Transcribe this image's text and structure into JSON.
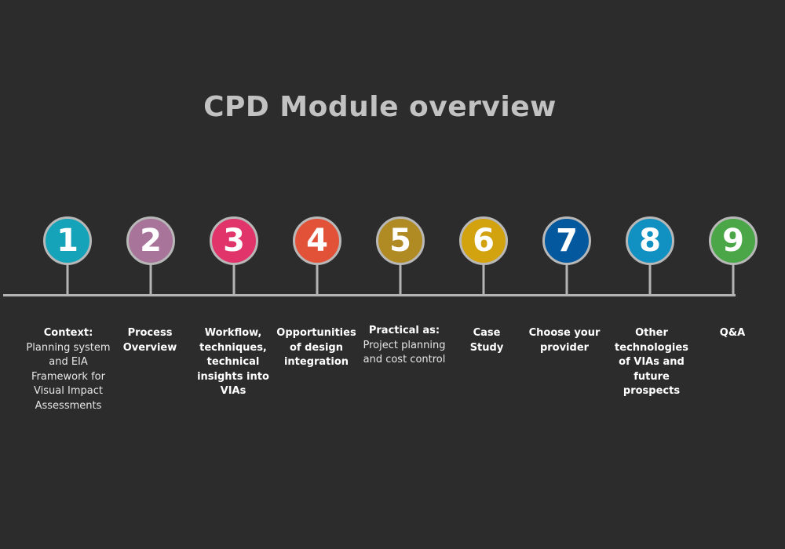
{
  "title": "CPD Module overview",
  "steps": [
    {
      "number": "1",
      "color": "#14a3b8",
      "heading": "Context:",
      "body": "Planning system and EIA Framework for Visual Impact Assessments"
    },
    {
      "number": "2",
      "color": "#a8749a",
      "heading": "Process Overview",
      "body": ""
    },
    {
      "number": "3",
      "color": "#e0346a",
      "heading": "Workflow, techniques, technical insights into VIAs",
      "body": ""
    },
    {
      "number": "4",
      "color": "#e25238",
      "heading": "Opportunities of design integration",
      "body": ""
    },
    {
      "number": "5",
      "color": "#b08a22",
      "heading": "Practical as:",
      "body": "Project planning and cost control"
    },
    {
      "number": "6",
      "color": "#d2a20f",
      "heading": "Case Study",
      "body": ""
    },
    {
      "number": "7",
      "color": "#03589e",
      "heading": "Choose your provider",
      "body": ""
    },
    {
      "number": "8",
      "color": "#1190c2",
      "heading": "Other technologies of VIAs and future prospects",
      "body": ""
    },
    {
      "number": "9",
      "color": "#4aa647",
      "heading": "Q&A",
      "body": ""
    }
  ]
}
